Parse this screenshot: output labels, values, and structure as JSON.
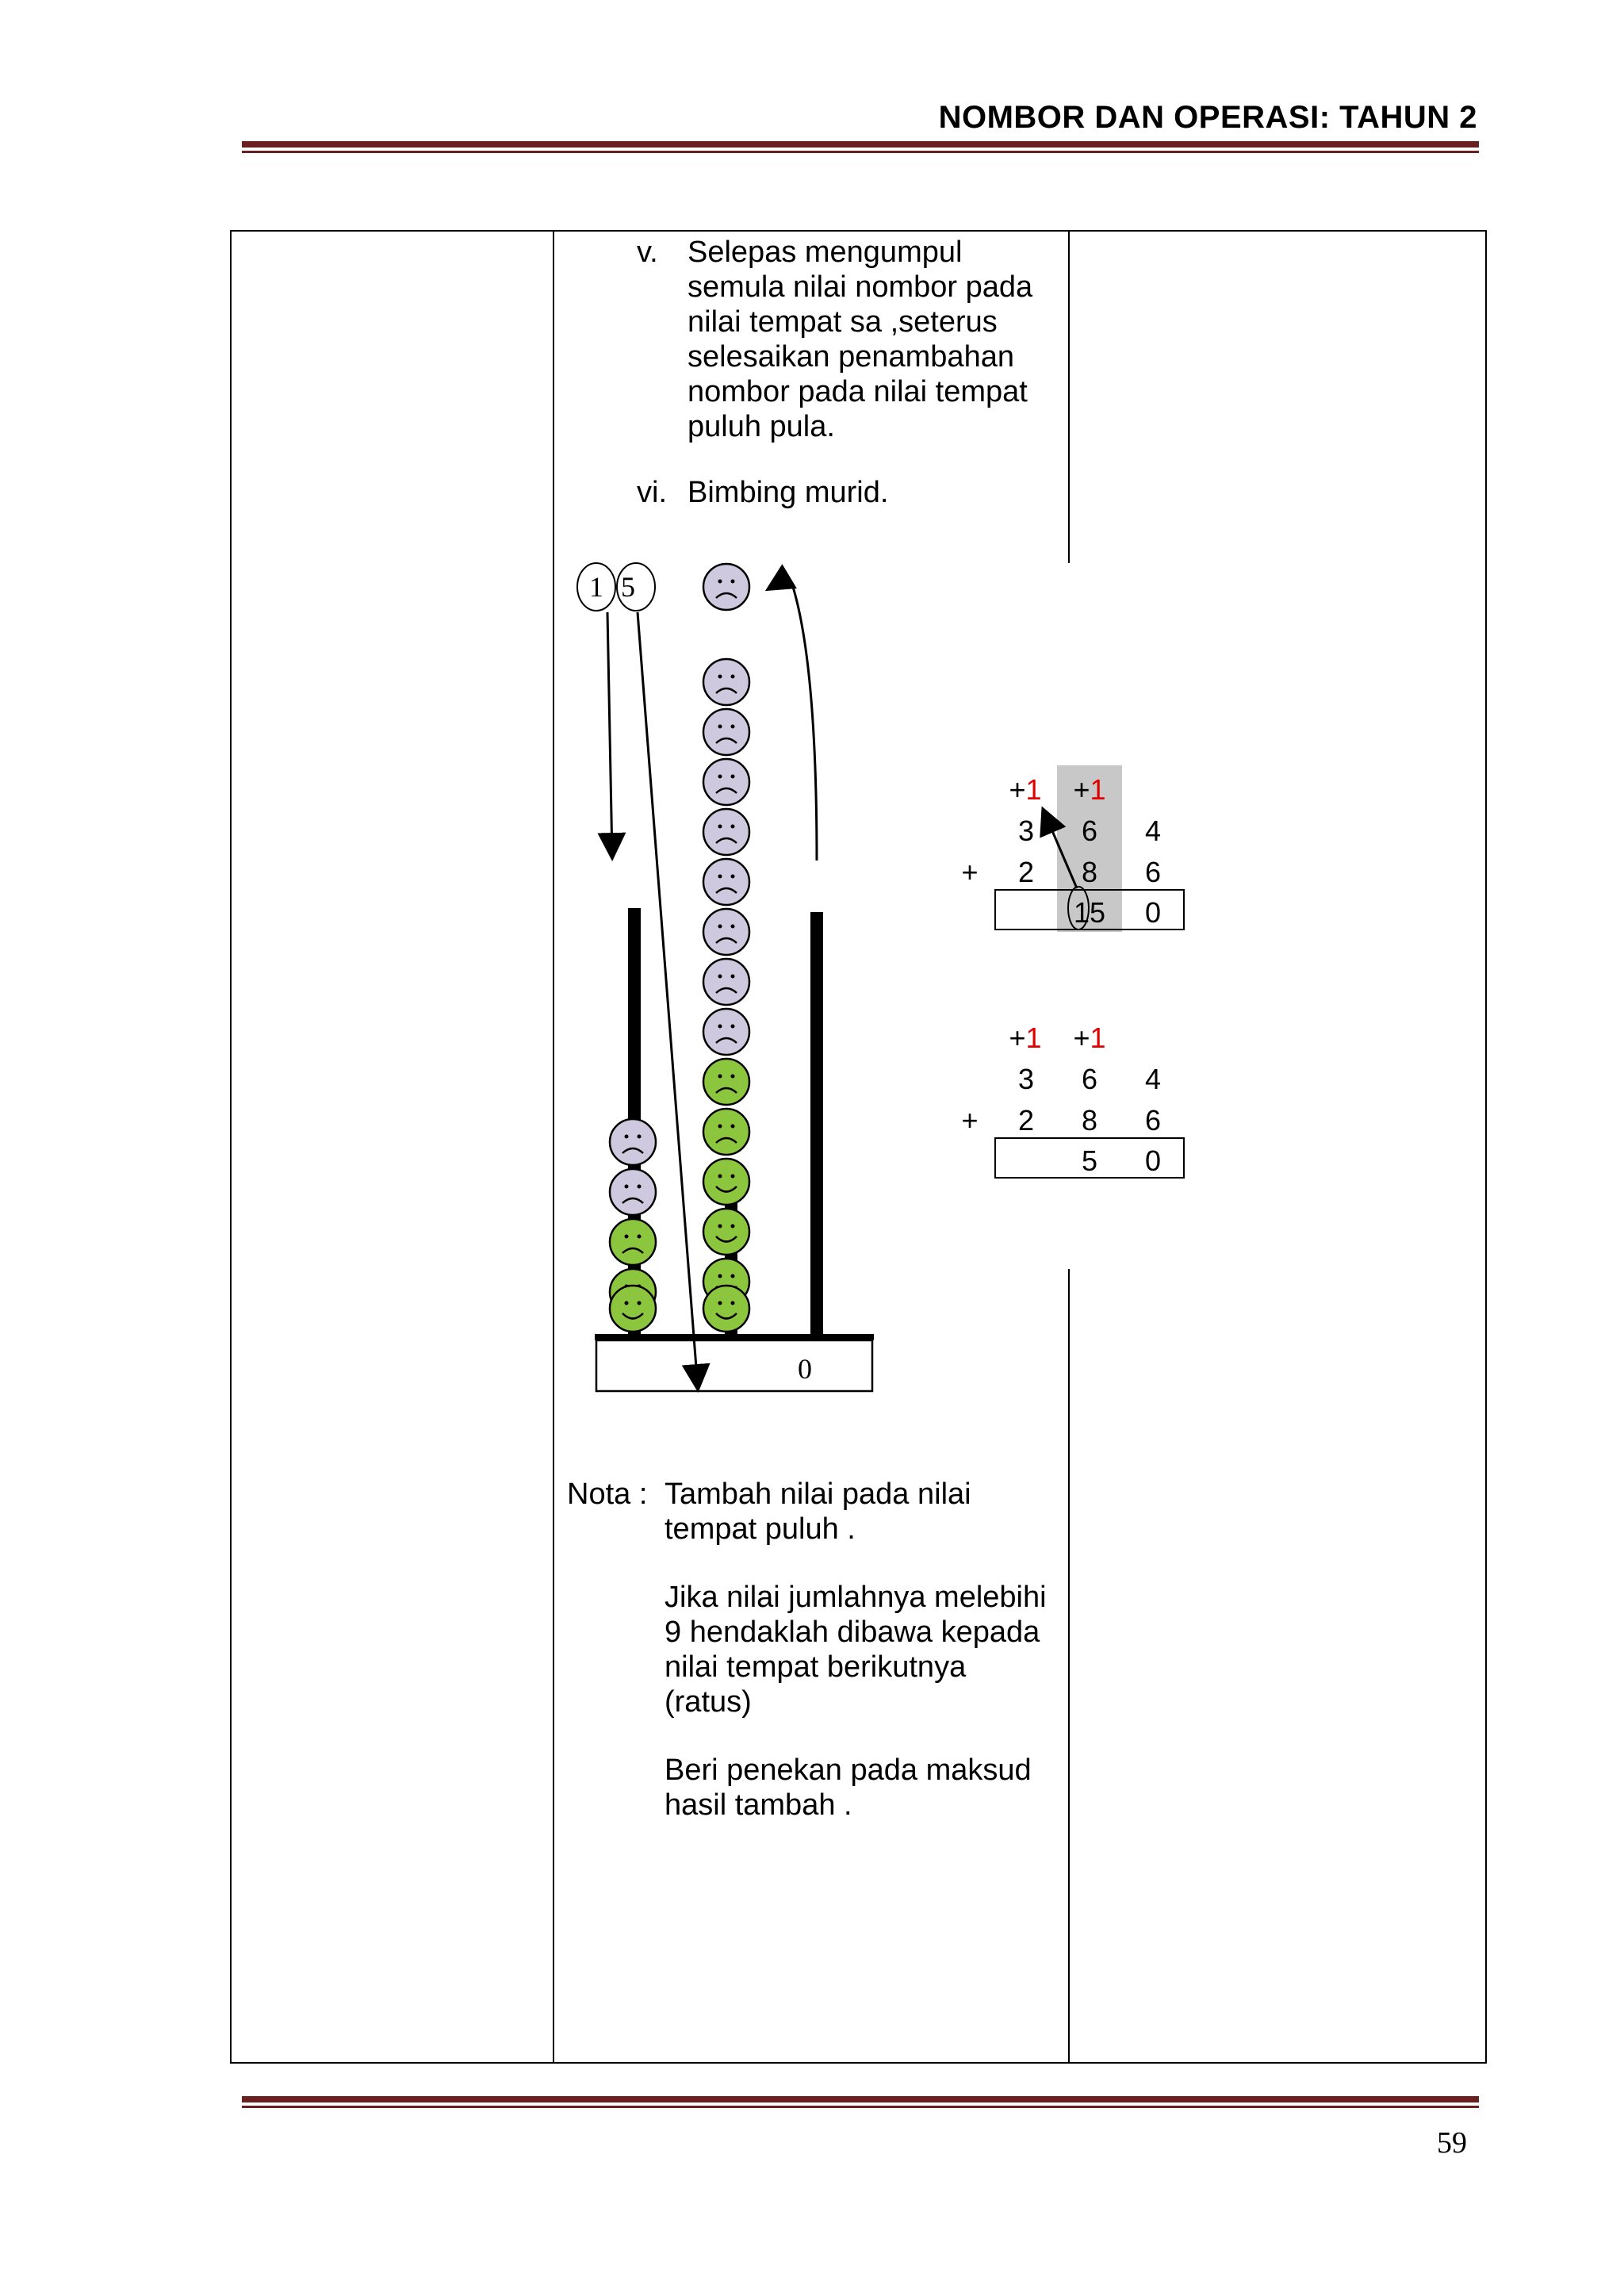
{
  "header": {
    "title": "NOMBOR DAN OPERASI: TAHUN 2"
  },
  "steps": [
    {
      "marker": "v.",
      "lines": [
        "Selepas mengumpul",
        "semula nilai nombor pada",
        "nilai tempat sa ,seterus",
        "selesaikan penambahan",
        "nombor pada nilai tempat",
        "puluh pula."
      ]
    },
    {
      "marker": "vi.",
      "lines": [
        "Bimbing murid."
      ]
    }
  ],
  "abacus": {
    "carry_digit_1": "1",
    "carry_digit_2": "5",
    "base_value": "0",
    "tens_rod": {
      "sad_beads": 8,
      "happy_beads": 6
    },
    "hundreds_rod": {
      "sad_beads": 2,
      "happy_beads": 3
    },
    "top_bead": "sad"
  },
  "sum1": {
    "carry_plus": "+",
    "carry_one": "1",
    "row1": [
      "3",
      "6",
      "4"
    ],
    "plus_sign": "+",
    "row2": [
      "2",
      "8",
      "6"
    ],
    "result": [
      "15",
      "0"
    ]
  },
  "sum2": {
    "carry_plus": "+",
    "carry_one": "1",
    "row1": [
      "3",
      "6",
      "4"
    ],
    "plus_sign": "+",
    "row2": [
      "2",
      "8",
      "6"
    ],
    "result": [
      "5",
      "0"
    ]
  },
  "nota": {
    "label": "Nota :",
    "paragraphs": [
      [
        "Tambah nilai pada nilai",
        "tempat puluh ."
      ],
      [
        "Jika nilai jumlahnya melebihi",
        "9 hendaklah dibawa  kepada",
        "nilai tempat berikutnya",
        "(ratus)"
      ],
      [
        "Beri penekan pada maksud",
        "hasil tambah ."
      ]
    ]
  },
  "page_number": "59",
  "colors": {
    "rule": "#6b2020",
    "sad_bead": "#cfc9e0",
    "happy_bead": "#8cc63f",
    "carry_red": "#e00000",
    "shade": "#c8c8c8"
  }
}
